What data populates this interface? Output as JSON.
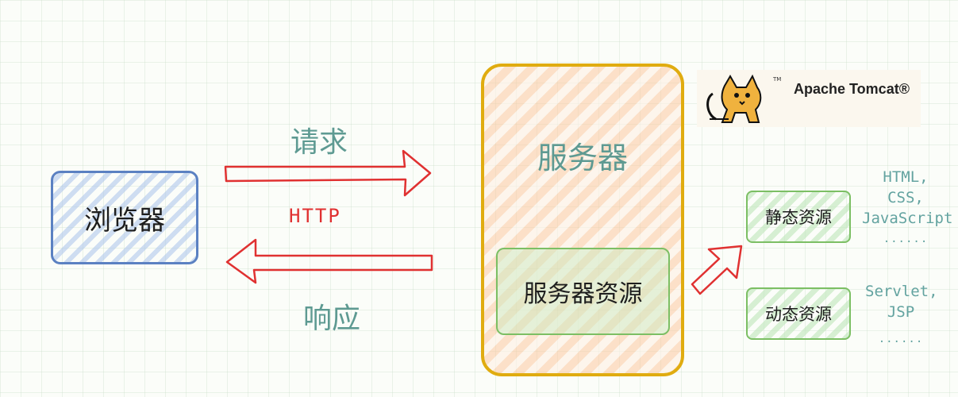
{
  "browser": {
    "label": "浏览器"
  },
  "arrows": {
    "request_label": "请求",
    "protocol_label": "HTTP",
    "response_label": "响应"
  },
  "server": {
    "title": "服务器",
    "resources_label": "服务器资源",
    "logo_text": "Apache Tomcat®",
    "logo_tm": "TM"
  },
  "resources": {
    "static": {
      "label": "静态资源",
      "examples": [
        "HTML,",
        "CSS,",
        "JavaScript"
      ],
      "more": "......"
    },
    "dynamic": {
      "label": "动态资源",
      "examples": [
        "Servlet,",
        "JSP"
      ],
      "more": "......"
    }
  },
  "colors": {
    "browser_border": "#5b81c2",
    "server_border": "#e0ac10",
    "resource_border": "#7cbf64",
    "arrow": "#e03131",
    "teal_text": "#5e9a92"
  }
}
